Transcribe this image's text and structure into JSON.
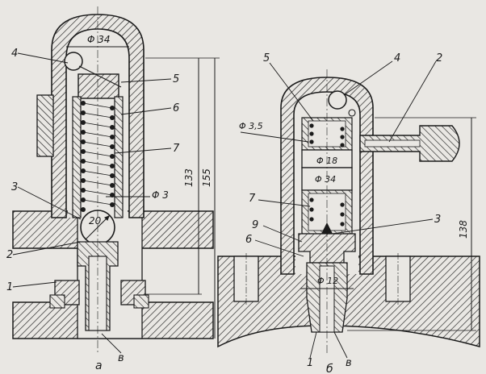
{
  "figure": {
    "left": {
      "caption": "а",
      "callouts": [
        "1",
        "2",
        "3",
        "4",
        "5",
        "6",
        "7",
        "в"
      ],
      "dimensions": {
        "d34": "Φ 34",
        "d3": "Φ 3",
        "d20": "20",
        "h133": "133",
        "h155": "155"
      }
    },
    "right": {
      "caption": "б",
      "callouts": [
        "1",
        "2",
        "3",
        "4",
        "5",
        "6",
        "7",
        "9",
        "в"
      ],
      "dimensions": {
        "d35": "Φ 3,5",
        "d18": "Φ 18",
        "d34": "Φ 34",
        "d12": "Φ 12",
        "h138": "138"
      }
    }
  },
  "colors": {
    "ink": "#1b1b1b",
    "paper": "#e9e7e3"
  }
}
